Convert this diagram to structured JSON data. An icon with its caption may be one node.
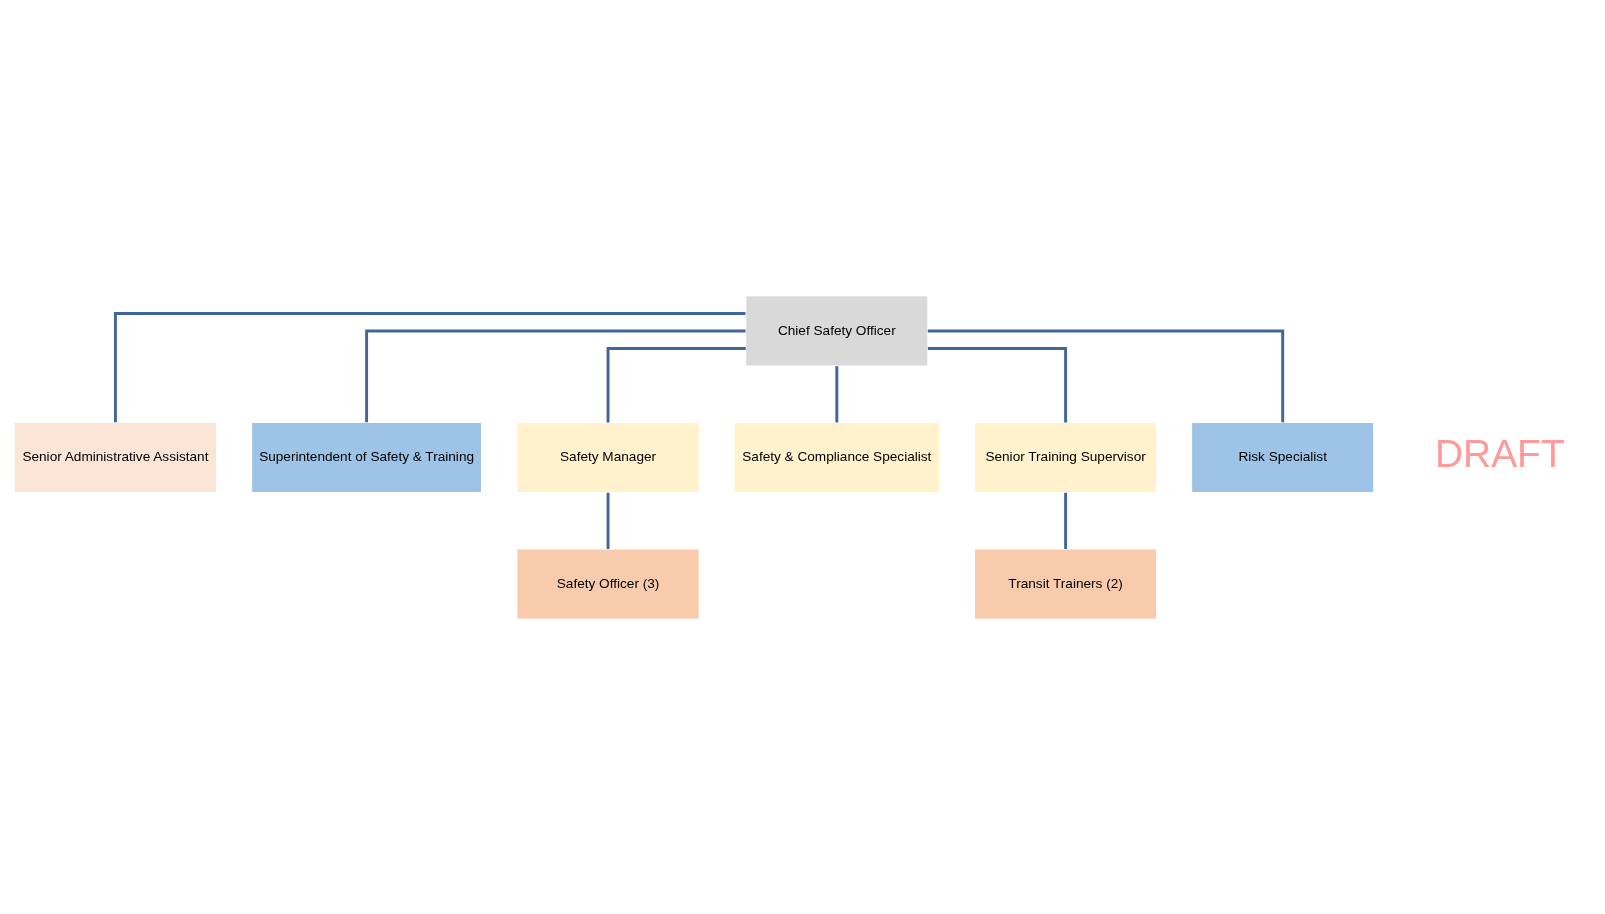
{
  "diagram": {
    "nodes": [
      {
        "text": [
          "Chief Safety Officer"
        ]
      },
      {
        "text": [
          "Senior Administrative Assistant"
        ]
      },
      {
        "text": [
          "Superintendent of Safety & Training"
        ]
      },
      {
        "text": [
          "Safety Manager"
        ]
      },
      {
        "text": [
          "Safety & Compliance Specialist"
        ]
      },
      {
        "text": [
          "Senior Training Supervisor"
        ]
      },
      {
        "text": [
          "Risk Specialist"
        ]
      },
      {
        "text": [
          "Safety Officer (3)"
        ]
      },
      {
        "text": [
          "Transit Trainers (2)"
        ]
      }
    ],
    "edges": [
      {
        "from": 0,
        "to": 1,
        "arrow": "none"
      },
      {
        "from": 0,
        "to": 2,
        "arrow": "none"
      },
      {
        "from": 0,
        "to": 3,
        "arrow": "none"
      },
      {
        "from": 0,
        "to": 4,
        "arrow": "none"
      },
      {
        "from": 0,
        "to": 5,
        "arrow": "none"
      },
      {
        "from": 0,
        "to": 6,
        "arrow": "none"
      },
      {
        "from": 3,
        "to": 7,
        "arrow": "none"
      },
      {
        "from": 5,
        "to": 8,
        "arrow": "none"
      }
    ],
    "labels": [
      "DRAFT"
    ]
  }
}
